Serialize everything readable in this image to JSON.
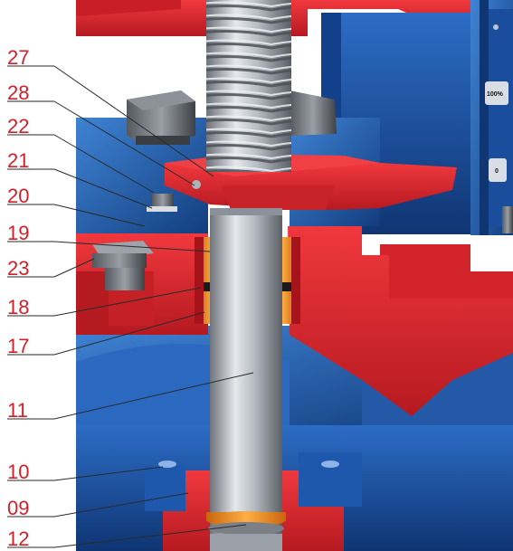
{
  "colors": {
    "blue": "#1f5fb8",
    "blue_dark": "#123d7d",
    "blue_light": "#3f83d4",
    "red": "#e3272e",
    "red_dark": "#a5141a",
    "steel": "#b8bcc4",
    "steel_dark": "#6e727a",
    "orange": "#f08a1c",
    "label": "#d21f2a"
  },
  "scale_marks": [
    "100%",
    "0"
  ],
  "callouts": [
    {
      "id": "27",
      "label": "27",
      "target_part": "stem-nut"
    },
    {
      "id": "28",
      "label": "28",
      "target_part": "guide-plate-screw"
    },
    {
      "id": "22",
      "label": "22",
      "target_part": "lock-washer"
    },
    {
      "id": "21",
      "label": "21",
      "target_part": "nut"
    },
    {
      "id": "20",
      "label": "20",
      "target_part": "gland"
    },
    {
      "id": "19",
      "label": "19",
      "target_part": "packing-ring-top"
    },
    {
      "id": "23",
      "label": "23",
      "target_part": "plug-bolt"
    },
    {
      "id": "18",
      "label": "18",
      "target_part": "o-ring"
    },
    {
      "id": "17",
      "label": "17",
      "target_part": "packing-ring-bottom"
    },
    {
      "id": "11",
      "label": "11",
      "target_part": "stem"
    },
    {
      "id": "10",
      "label": "10",
      "target_part": "body-bolt"
    },
    {
      "id": "09",
      "label": "09",
      "target_part": "bonnet"
    },
    {
      "id": "12",
      "label": "12",
      "target_part": "stem-washer"
    }
  ]
}
